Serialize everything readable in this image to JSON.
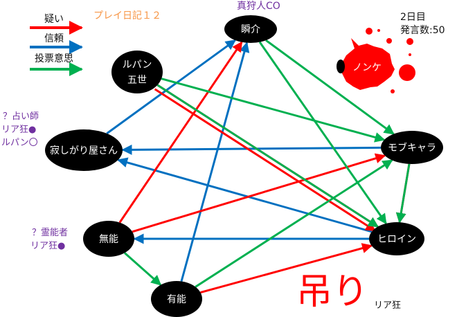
{
  "title": "プレイ日記１２",
  "legend": [
    {
      "label": "疑い",
      "type": "doubt",
      "color": "#ff0000"
    },
    {
      "label": "信頼",
      "type": "trust",
      "color": "#0070c0"
    },
    {
      "label": "投票意思",
      "type": "vote",
      "color": "#00b050"
    }
  ],
  "info": {
    "day": "2日目",
    "posts": "発言数:50"
  },
  "nodes": {
    "shunsuke": {
      "label": "瞬介",
      "note": "真狩人CO"
    },
    "lupin": {
      "label": "ルパン",
      "label2": "五世"
    },
    "sabishi": {
      "label": "寂しがり屋さん",
      "notes": [
        "？占い師",
        "リア狂●",
        "ルパン〇"
      ]
    },
    "mob": {
      "label": "モブキャラ"
    },
    "heroine": {
      "label": "ヒロイン"
    },
    "muno": {
      "label": "無能",
      "notes": [
        "？霊能者",
        "リア狂●"
      ]
    },
    "yuno": {
      "label": "有能"
    },
    "nonke": {
      "label": "ノンケ",
      "status": "dead"
    }
  },
  "verdict": {
    "hanged": "吊り",
    "role": "リア狂"
  },
  "edges": [
    {
      "from": "sabishi",
      "to": "shunsuke",
      "type": "trust"
    },
    {
      "from": "yuno",
      "to": "shunsuke",
      "type": "trust"
    },
    {
      "from": "mob",
      "to": "sabishi",
      "type": "trust"
    },
    {
      "from": "heroine",
      "to": "sabishi",
      "type": "trust"
    },
    {
      "from": "heroine",
      "to": "muno",
      "type": "trust"
    },
    {
      "from": "muno",
      "to": "shunsuke",
      "type": "doubt"
    },
    {
      "from": "lupin",
      "to": "heroine",
      "type": "doubt"
    },
    {
      "from": "lupin",
      "to": "heroine",
      "type": "doubt"
    },
    {
      "from": "muno",
      "to": "mob",
      "type": "doubt"
    },
    {
      "from": "yuno",
      "to": "heroine",
      "type": "doubt"
    },
    {
      "from": "mob",
      "to": "heroine",
      "type": "doubt"
    },
    {
      "from": "lupin",
      "to": "mob",
      "type": "vote"
    },
    {
      "from": "lupin",
      "to": "heroine",
      "type": "vote"
    },
    {
      "from": "shunsuke",
      "to": "mob",
      "type": "vote"
    },
    {
      "from": "shunsuke",
      "to": "heroine",
      "type": "vote"
    },
    {
      "from": "muno",
      "to": "yuno",
      "type": "vote"
    },
    {
      "from": "yuno",
      "to": "mob",
      "type": "vote"
    },
    {
      "from": "mob",
      "to": "heroine",
      "type": "vote"
    }
  ]
}
